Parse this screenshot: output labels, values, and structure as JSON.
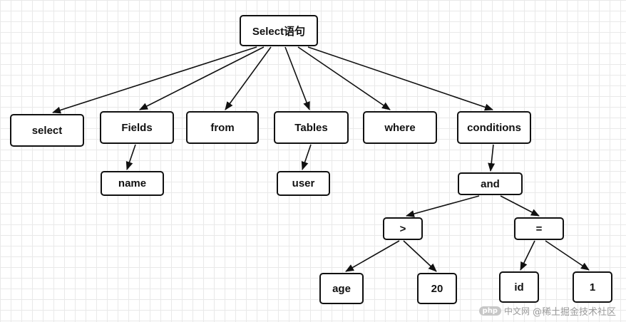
{
  "diagram": {
    "root": "Select语句",
    "level1": [
      "select",
      "Fields",
      "from",
      "Tables",
      "where",
      "conditions"
    ],
    "fields_child": "name",
    "tables_child": "user",
    "conditions_child": "and",
    "and_children": [
      ">",
      "="
    ],
    "gt_children": [
      "age",
      "20"
    ],
    "eq_children": [
      "id",
      "1"
    ]
  },
  "watermark": {
    "badge": "php",
    "primary": "中文网",
    "secondary": "@稀土掘金技术社区"
  }
}
